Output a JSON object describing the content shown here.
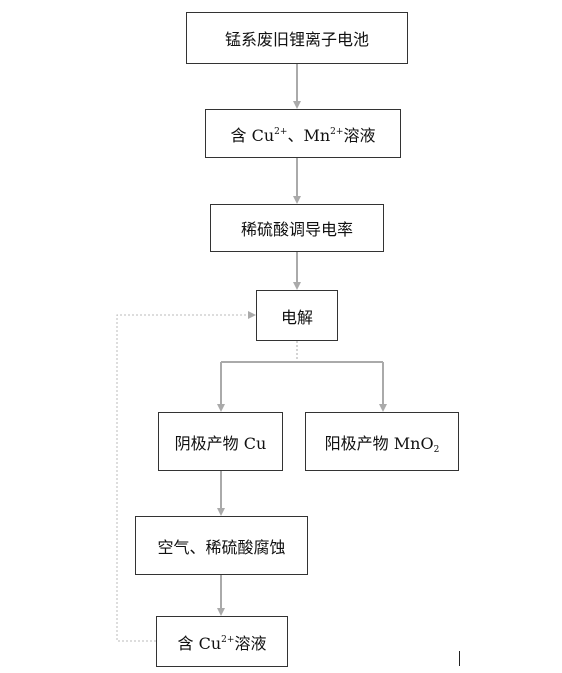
{
  "nodes": {
    "source": "锰系废旧锂离子电池",
    "solution_mixed": {
      "prefix": "含 Cu",
      "cu_sup": "2+",
      "middle": "、Mn",
      "mn_sup": "2+",
      "suffix": "溶液"
    },
    "adjust": "稀硫酸调导电率",
    "electrolysis": "电解",
    "cathode": "阴极产物 Cu",
    "anode": {
      "prefix": "阳极产物 MnO",
      "sub": "2"
    },
    "corrosion": "空气、稀硫酸腐蚀",
    "solution_cu": {
      "prefix": "含 Cu",
      "sup": "2+",
      "suffix": "溶液"
    }
  },
  "colors": {
    "arrow": "#aaaaaa",
    "dotted": "#bbbbbb",
    "border": "#333333"
  }
}
